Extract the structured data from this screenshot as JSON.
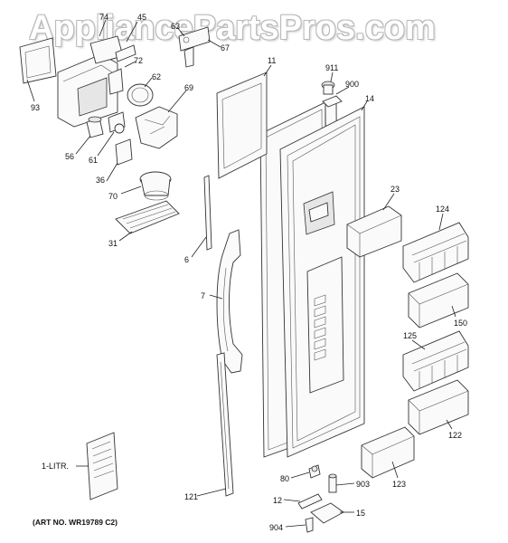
{
  "watermark": {
    "text": "AppliancePartsPros.com"
  },
  "art_number": "(ART NO. WR19789 C2)",
  "booklet_label": "1-LITR.",
  "callouts": [
    {
      "id": "74",
      "text": "74"
    },
    {
      "id": "45",
      "text": "45"
    },
    {
      "id": "63",
      "text": "63"
    },
    {
      "id": "67",
      "text": "67"
    },
    {
      "id": "93",
      "text": "93"
    },
    {
      "id": "72",
      "text": "72"
    },
    {
      "id": "62",
      "text": "62"
    },
    {
      "id": "69",
      "text": "69"
    },
    {
      "id": "56",
      "text": "56"
    },
    {
      "id": "61",
      "text": "61"
    },
    {
      "id": "36",
      "text": "36"
    },
    {
      "id": "70",
      "text": "70"
    },
    {
      "id": "31",
      "text": "31"
    },
    {
      "id": "6",
      "text": "6"
    },
    {
      "id": "7",
      "text": "7"
    },
    {
      "id": "11",
      "text": "11"
    },
    {
      "id": "911",
      "text": "911"
    },
    {
      "id": "900",
      "text": "900"
    },
    {
      "id": "14",
      "text": "14"
    },
    {
      "id": "23",
      "text": "23"
    },
    {
      "id": "124",
      "text": "124"
    },
    {
      "id": "150",
      "text": "150"
    },
    {
      "id": "125",
      "text": "125"
    },
    {
      "id": "122",
      "text": "122"
    },
    {
      "id": "123",
      "text": "123"
    },
    {
      "id": "80",
      "text": "80"
    },
    {
      "id": "903",
      "text": "903"
    },
    {
      "id": "12",
      "text": "12"
    },
    {
      "id": "15",
      "text": "15"
    },
    {
      "id": "904",
      "text": "904"
    },
    {
      "id": "121",
      "text": "121"
    }
  ]
}
